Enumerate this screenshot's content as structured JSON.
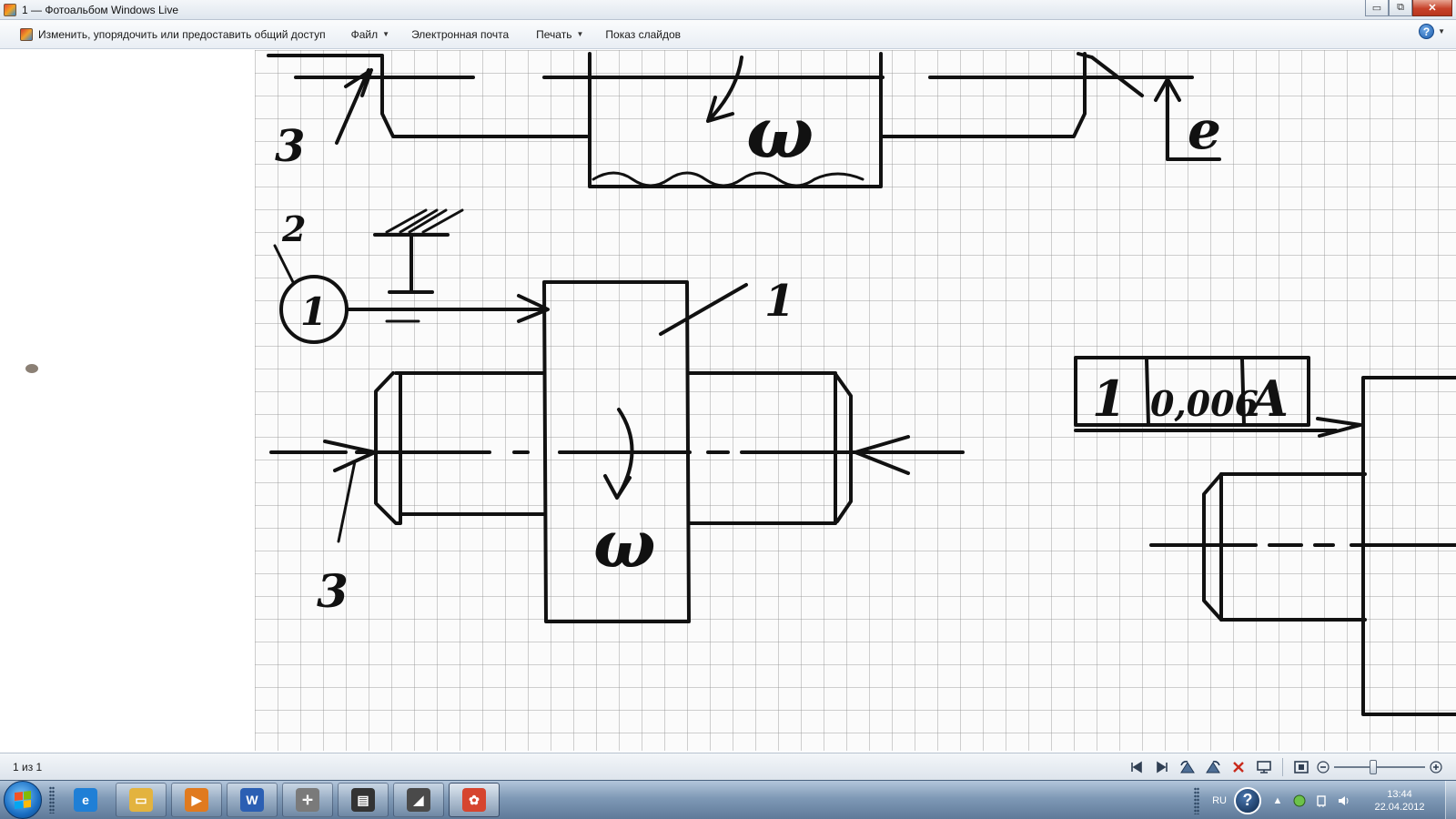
{
  "window": {
    "title": "1 — Фотоальбом Windows Live",
    "buttons": {
      "minimize": "▭",
      "maximize": "⧉",
      "close": "✕"
    }
  },
  "commandbar": {
    "items": [
      {
        "label": "Изменить, упорядочить или предоставить общий доступ",
        "has_dropdown": false
      },
      {
        "label": "Файл",
        "has_dropdown": true
      },
      {
        "label": "Электронная почта",
        "has_dropdown": false
      },
      {
        "label": "Печать",
        "has_dropdown": true
      },
      {
        "label": "Показ слайдов",
        "has_dropdown": false
      }
    ],
    "help": "?"
  },
  "drawing": {
    "labels": {
      "top_left_num": "3",
      "top_omega": "ω",
      "top_right_letter": "e",
      "num_2": "2",
      "circle_num": "1",
      "num_1": "1",
      "center_omega": "ω",
      "bottom_num": "3",
      "frame_cell_1": "1",
      "frame_cell_2": "0,006",
      "frame_cell_3": "A"
    }
  },
  "statusbar": {
    "page_counter": "1 из 1",
    "zoom_level": 0.42
  },
  "taskbar": {
    "apps": [
      {
        "name": "internet-explorer",
        "glyph": "e",
        "color": "#1f7fd6"
      },
      {
        "name": "explorer",
        "glyph": "▭",
        "color": "#e3b33f"
      },
      {
        "name": "media-player",
        "glyph": "▶",
        "color": "#e07a1f"
      },
      {
        "name": "word",
        "glyph": "W",
        "color": "#2b5fb3"
      },
      {
        "name": "compass-app",
        "glyph": "✛",
        "color": "#7a7a7a"
      },
      {
        "name": "server-app",
        "glyph": "▤",
        "color": "#333333"
      },
      {
        "name": "scanner",
        "glyph": "◢",
        "color": "#4a4a4a"
      },
      {
        "name": "photo-gallery",
        "glyph": "✿",
        "color": "#d6452f"
      }
    ],
    "language": "RU",
    "tray_help": "?",
    "time": "13:44",
    "date": "22.04.2012"
  }
}
